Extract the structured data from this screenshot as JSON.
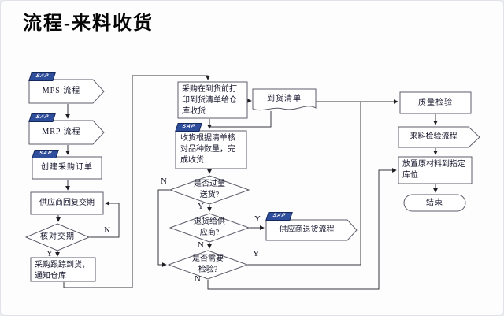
{
  "title": "流程-来料收货",
  "sap_tag": "SAP",
  "branch_labels": {
    "yes": "Y",
    "no": "N"
  },
  "colors": {
    "background": "#fdfdfe",
    "shape_fill": "#ffffff",
    "shape_border": "#5c5c6a",
    "connector": "#38383f",
    "sap_tag_bg": "#2e4d9b",
    "text": "#14142b",
    "title_text": "#050505"
  },
  "nodes": {
    "mps": "MPS 流程",
    "mrp": "MRP 流程",
    "create_po": "创建采购订单",
    "supplier_reply": "供应商回复交期",
    "check_delivery_date": "核对交期",
    "track_arrival": "采购跟踪到货，通知仓库",
    "print_arrival_list": "采购在到货前打印到货清单给仓库收货",
    "arrival_list_doc": "到货清单",
    "receive_and_check": "收货根据清单核对品种数量，完成收货",
    "over_delivery": "是否过量送货?",
    "return_to_supplier": "退货给供应商?",
    "need_inspection": "是否需要检验?",
    "supplier_return_process": "供应商退货流程",
    "quality_inspection": "质量检验",
    "incoming_inspection_process": "来料检验流程",
    "place_material": "放置原材料到指定库位",
    "end": "结束"
  }
}
